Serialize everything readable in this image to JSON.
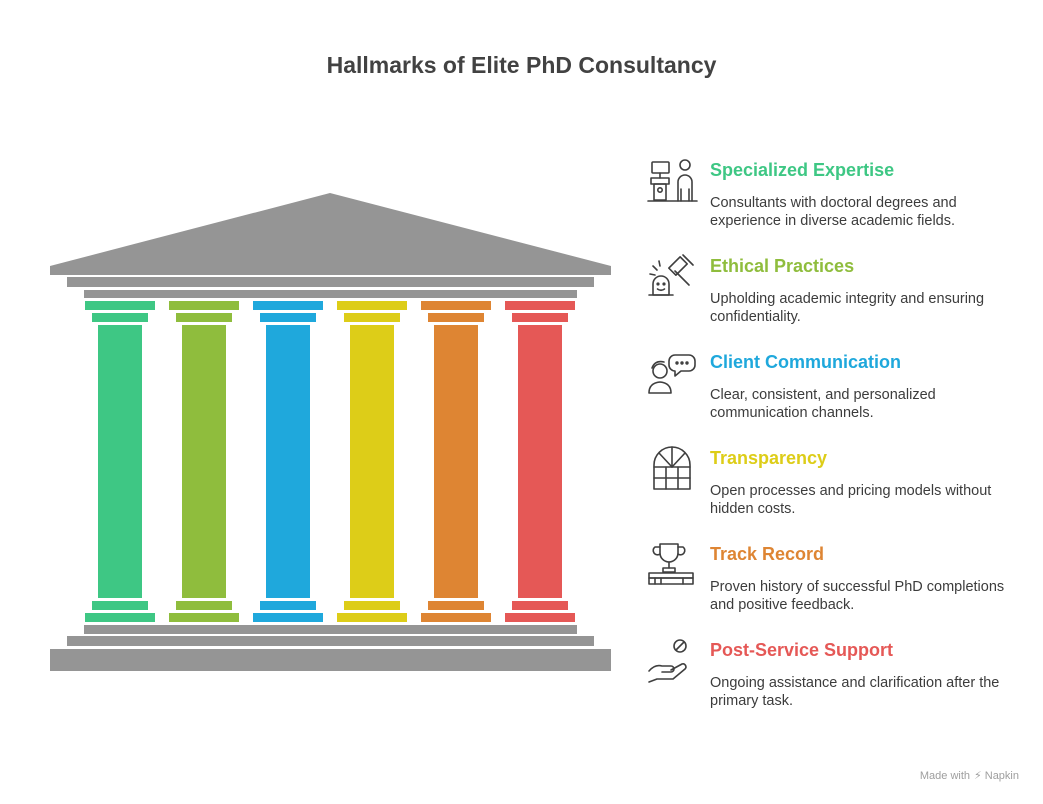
{
  "title": "Hallmarks of Elite PhD Consultancy",
  "colors": {
    "roof": "#959595",
    "green": "#3ec784",
    "olive": "#8fbd3d",
    "blue": "#1fa8dc",
    "yellow": "#ddcd18",
    "orange": "#de8533",
    "red": "#e55856"
  },
  "items": [
    {
      "heading": "Specialized Expertise",
      "description": "Consultants with doctoral degrees and experience in diverse academic fields.",
      "color": "#3ec784",
      "icon": "consultant-presenter-icon"
    },
    {
      "heading": "Ethical Practices",
      "description": "Upholding academic integrity and ensuring confidentiality.",
      "color": "#8fbd3d",
      "icon": "gavel-judge-icon"
    },
    {
      "heading": "Client Communication",
      "description": "Clear, consistent, and personalized communication channels.",
      "color": "#1fa8dc",
      "icon": "person-speech-bubble-icon"
    },
    {
      "heading": "Transparency",
      "description": "Open processes and pricing models without hidden costs.",
      "color": "#ddcd18",
      "icon": "window-icon"
    },
    {
      "heading": "Track Record",
      "description": "Proven history of successful PhD completions and positive feedback.",
      "color": "#de8533",
      "icon": "trophy-books-icon"
    },
    {
      "heading": "Post-Service Support",
      "description": "Ongoing assistance and clarification after the primary task.",
      "color": "#e55856",
      "icon": "hand-support-icon"
    }
  ],
  "footer": {
    "made_with": "Made with",
    "brand": "Napkin"
  }
}
